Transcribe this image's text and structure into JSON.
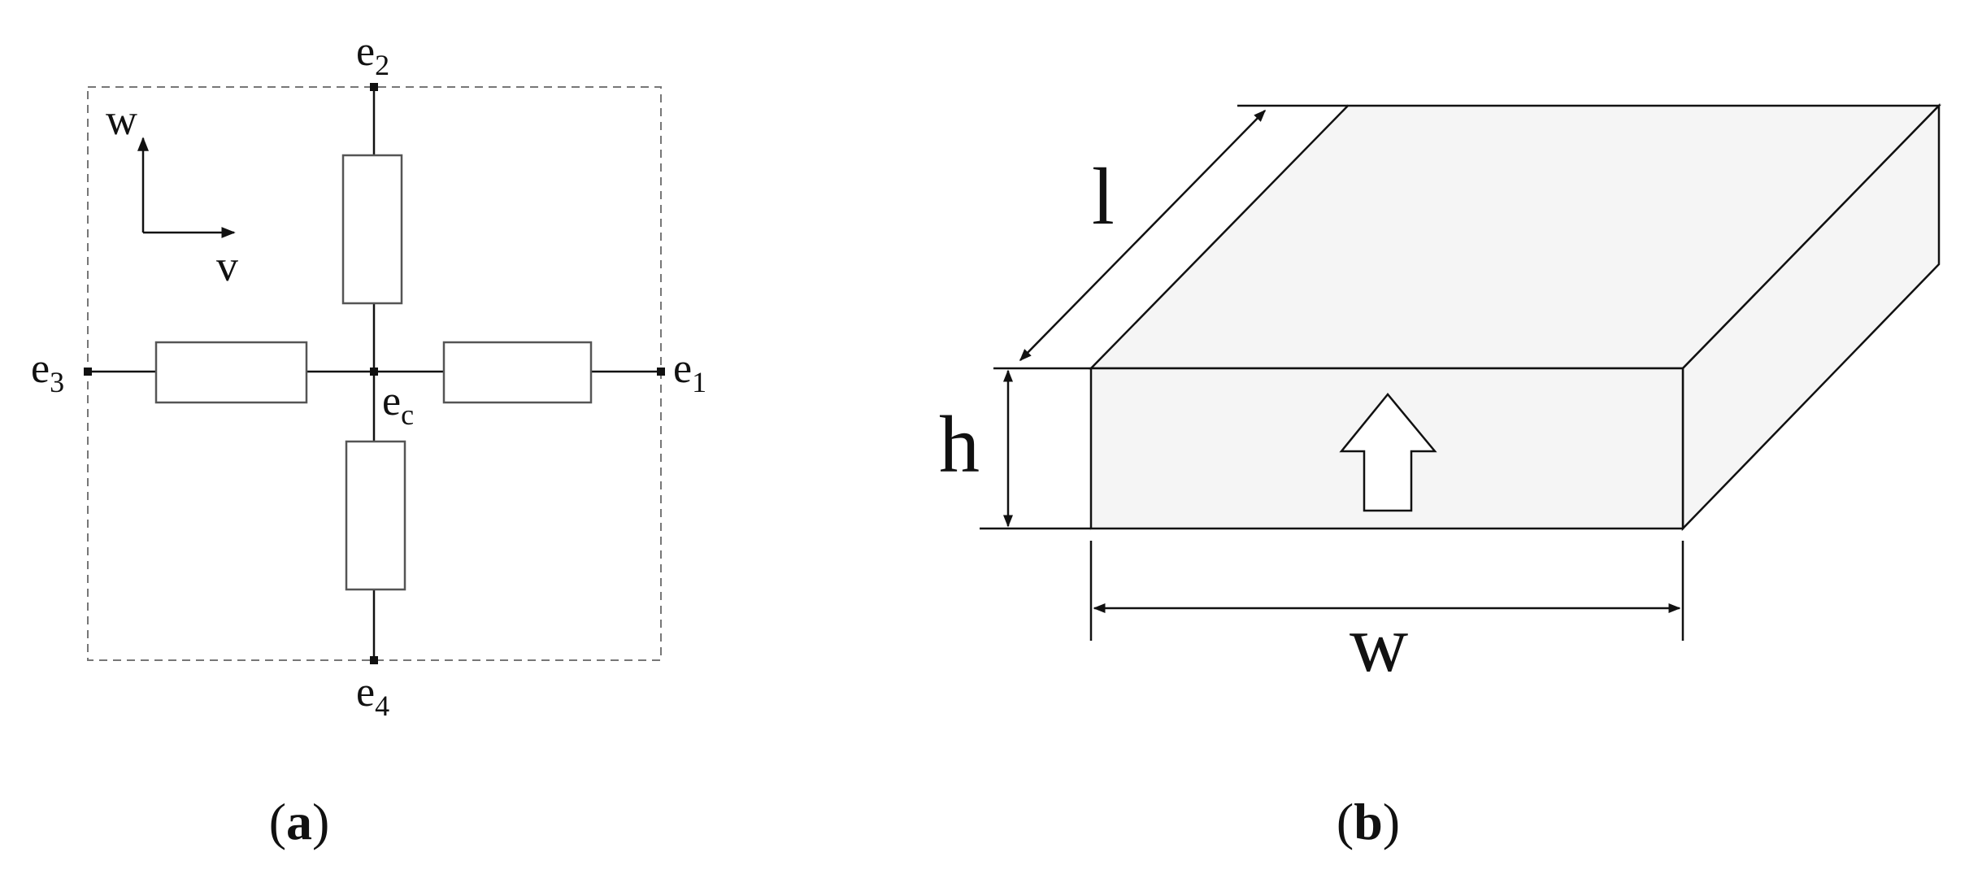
{
  "panel_a": {
    "caption_letter": "a",
    "axis_w": "w",
    "axis_v": "v",
    "node_e1_base": "e",
    "node_e1_sub": "1",
    "node_e2_base": "e",
    "node_e2_sub": "2",
    "node_e3_base": "e",
    "node_e3_sub": "3",
    "node_e4_base": "e",
    "node_e4_sub": "4",
    "node_ec_base": "e",
    "node_ec_sub": "c"
  },
  "panel_b": {
    "caption_letter": "b",
    "dim_length": "l",
    "dim_height": "h",
    "dim_width": "w"
  },
  "caption_open": "(",
  "caption_close": ")",
  "colors": {
    "line": "#111111",
    "resistor_stroke": "#555555",
    "dashed_border": "#777777",
    "block_fill": "#f5f5f5"
  }
}
